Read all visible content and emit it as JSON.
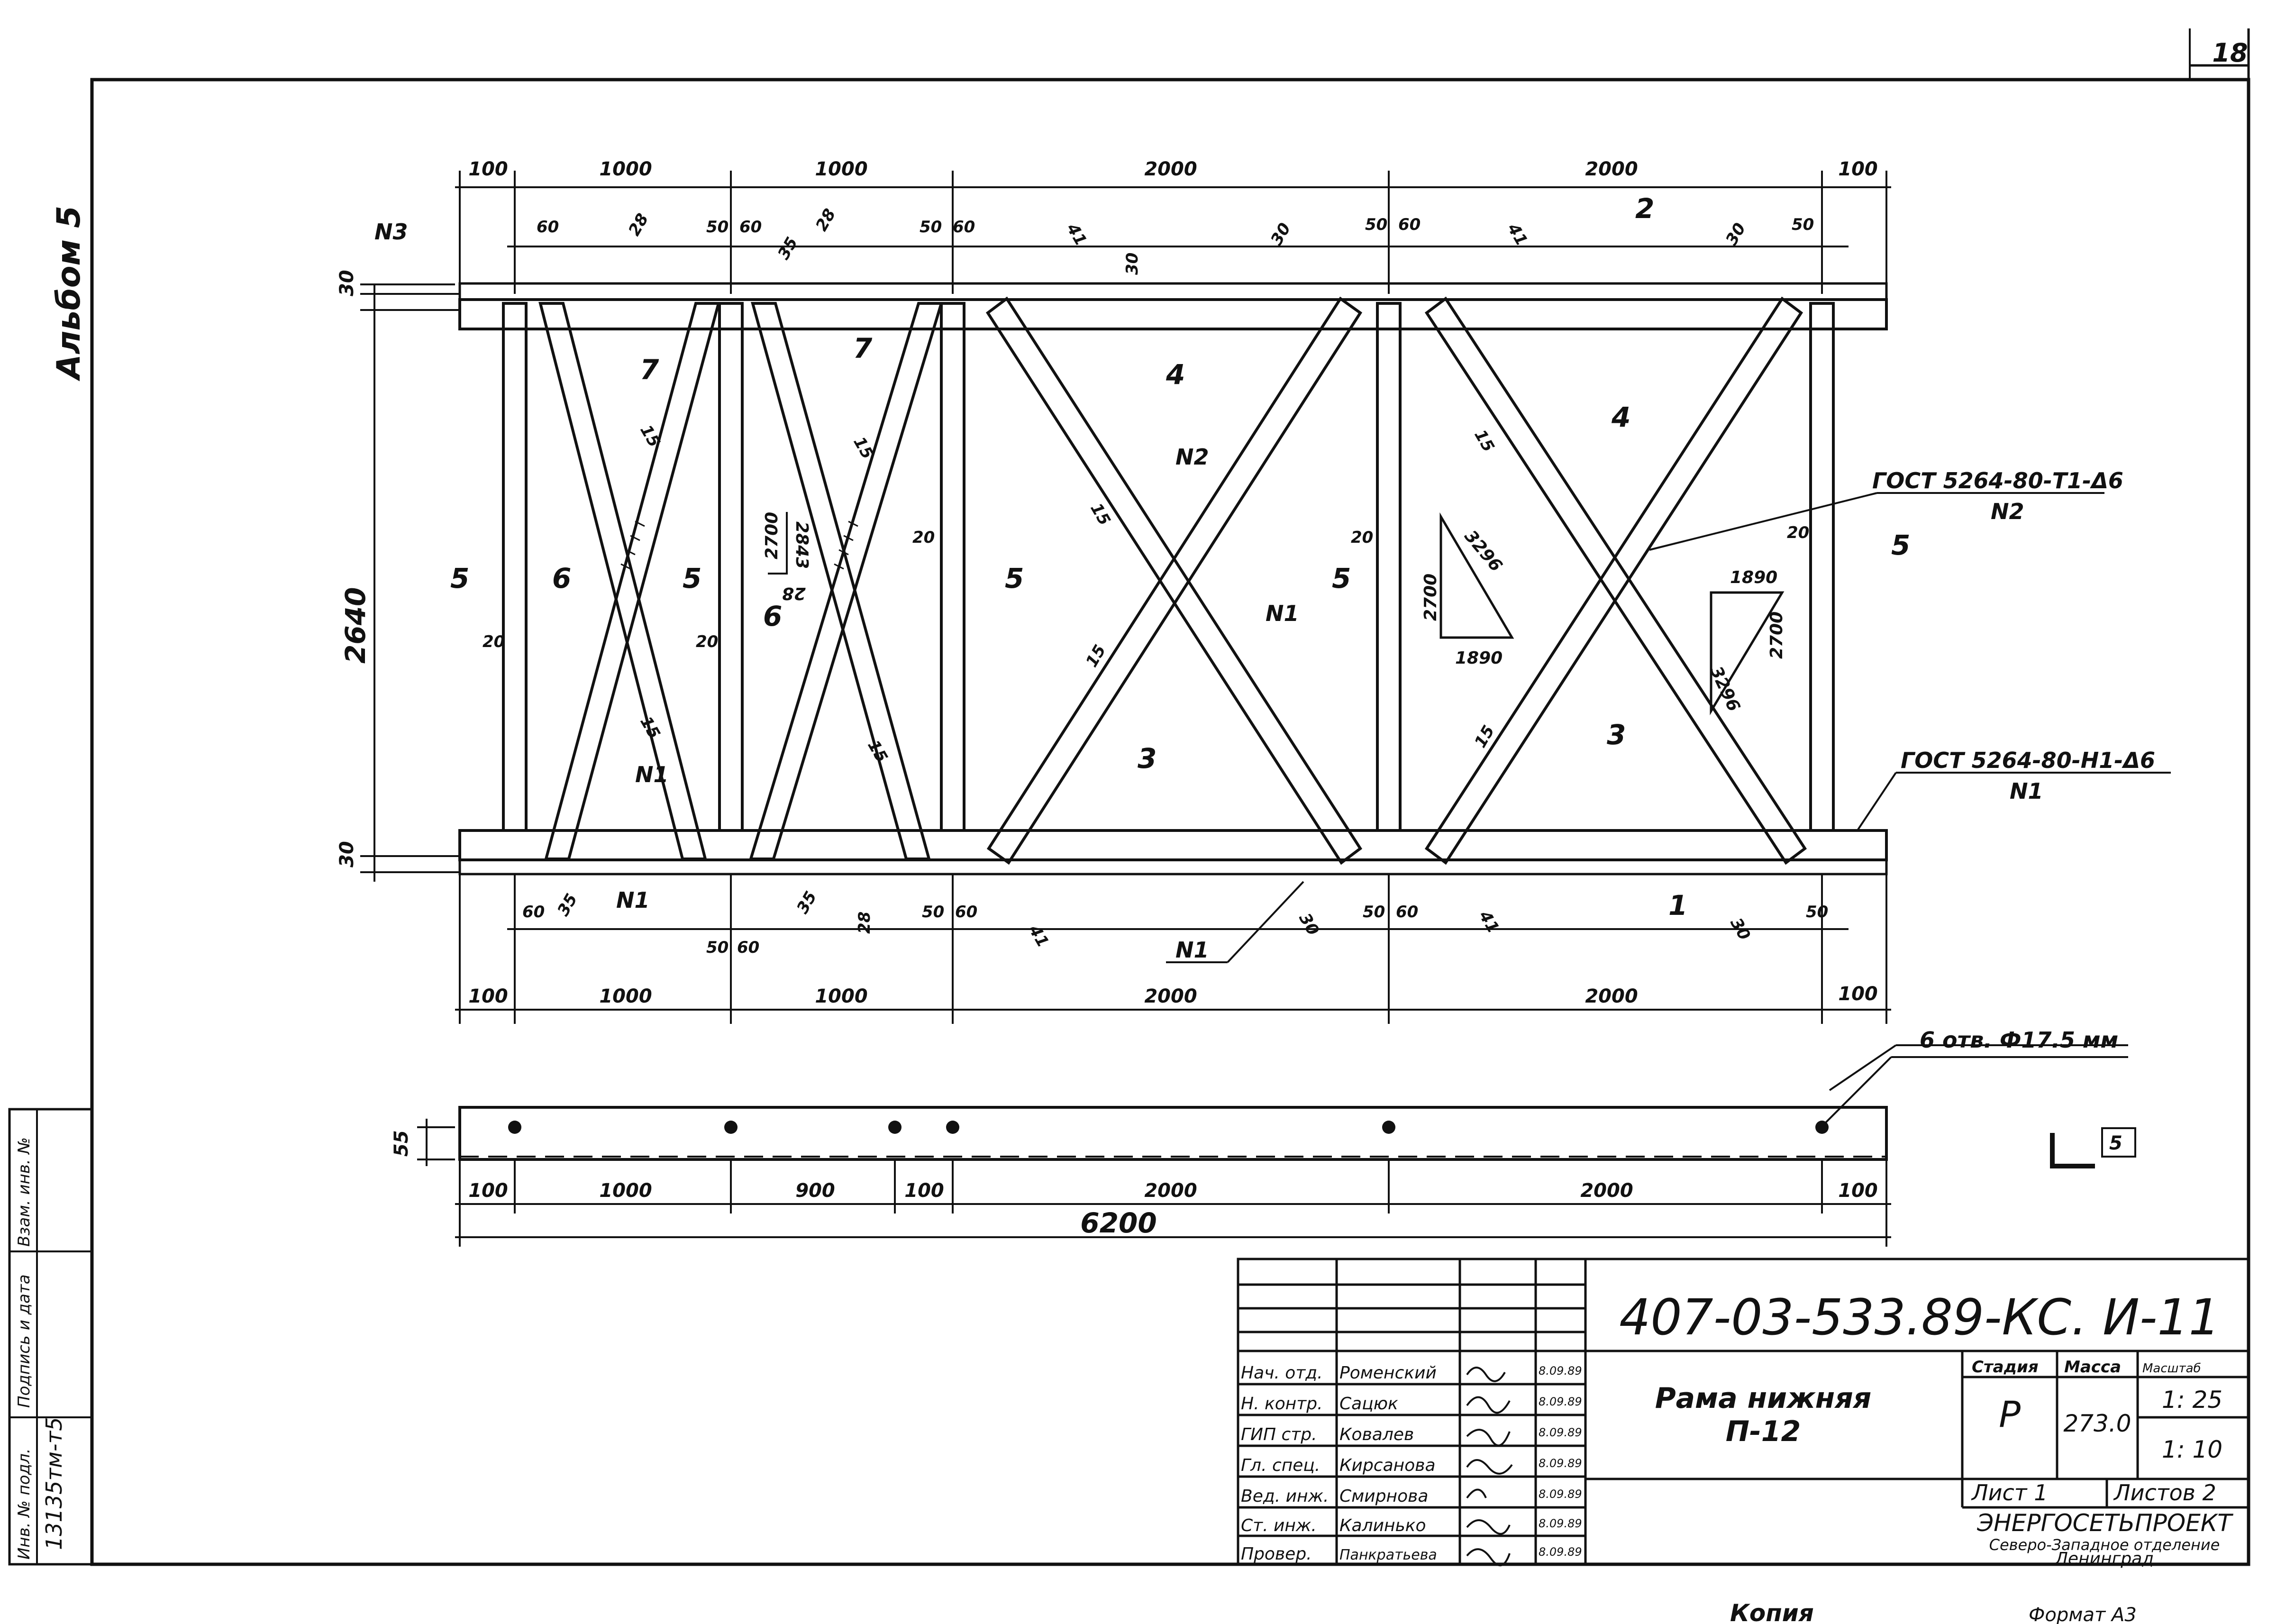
{
  "sheet": {
    "page_number": "18",
    "album": "Альбом 5"
  },
  "drawing": {
    "top_dims": [
      "100",
      "1000",
      "1000",
      "2000",
      "2000",
      "100"
    ],
    "bottom_dims": [
      "100",
      "1000",
      "1000",
      "2000",
      "2000",
      "100"
    ],
    "strip_dims": [
      "100",
      "1000",
      "900",
      "100",
      "2000",
      "2000",
      "100"
    ],
    "strip_total": "6200",
    "height": "2640",
    "height_end": "30",
    "strip_height": "55",
    "angle_size": "5",
    "holes_note": "6 отв. Ф17.5 мм",
    "upper_offsets": [
      "60",
      "28",
      "50",
      "60",
      "35",
      "28",
      "50",
      "60",
      "41",
      "30",
      "50",
      "60",
      "41",
      "30",
      "50",
      "30"
    ],
    "lower_offsets": [
      "60",
      "35",
      "N1",
      "50",
      "60",
      "35",
      "28",
      "50",
      "60",
      "41",
      "30",
      "50",
      "60",
      "41",
      "30",
      "50"
    ],
    "weld_15": "15",
    "weld_20": "20",
    "node_n1": "N1",
    "node_n2": "N2",
    "node_n3": "N3",
    "pos": {
      "p1": "1",
      "p2": "2",
      "p3": "3",
      "p4": "4",
      "p5": "5",
      "p6": "6",
      "p7": "7"
    },
    "tri_left": {
      "h": "2700",
      "hyp": "3296",
      "base": "1890"
    },
    "tri_right": {
      "h": "2700",
      "hyp": "3296",
      "base": "1890"
    },
    "tri_small": {
      "h": "2700",
      "hyp": "2843",
      "base": "28"
    },
    "gost_1": "ГОСТ 5264-80-Т1-Δ6",
    "gost_1_node": "N2",
    "gost_2": "ГОСТ 5264-80-Н1-Δ6",
    "gost_2_node": "N1"
  },
  "title_block": {
    "doc_code": "407-03-533.89-КС. И-11",
    "title_line1": "Рама нижняя",
    "title_line2": "П-12",
    "stage_header": "Стадия",
    "mass_header": "Масса",
    "scale_header": "Масштаб",
    "stage": "Р",
    "mass": "273.0",
    "scale1": "1: 25",
    "scale2": "1: 10",
    "sheet": "Лист 1",
    "sheets": "Листов 2",
    "org1": "ЭНЕРГОСЕТЬПРОЕКТ",
    "org2": "Северо-Западное отделение",
    "org3": "Ленинград",
    "staff": [
      {
        "role": "Нач. отд.",
        "name": "Роменский",
        "date": "8.09.89"
      },
      {
        "role": "Н. контр.",
        "name": "Сацюк",
        "date": "8.09.89"
      },
      {
        "role": "ГИП стр.",
        "name": "Ковалев",
        "date": "8.09.89"
      },
      {
        "role": "Гл. спец.",
        "name": "Кирсанова",
        "date": "8.09.89"
      },
      {
        "role": "Вед. инж.",
        "name": "Смирнова",
        "date": "8.09.89"
      },
      {
        "role": "Ст. инж.",
        "name": "Калинько",
        "date": "8.09.89"
      },
      {
        "role": "Провер.",
        "name": "Панкратьева",
        "date": "8.09.89"
      }
    ]
  },
  "side_stamp": {
    "inv": "Инв. № подл.",
    "sign": "Подпись и дата",
    "replace": "Взам. инв. №",
    "inv_value": "13135тм-т5"
  },
  "footer": {
    "copy": "Копия",
    "format": "Формат А3"
  }
}
